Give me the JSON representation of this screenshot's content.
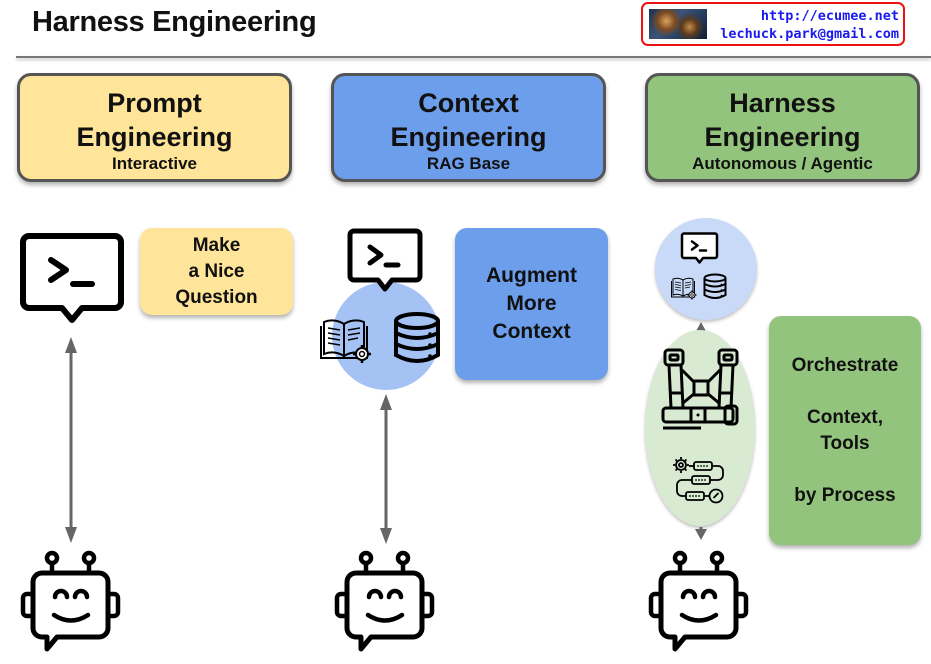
{
  "header": {
    "title": "Harness Engineering",
    "contact": {
      "url": "http://ecumee.net",
      "email": "lechuck.park@gmail.com",
      "border_color": "#ee1111",
      "text_color": "#1a1aee"
    }
  },
  "columns": [
    {
      "title_line1": "Prompt",
      "title_line2": "Engineering",
      "subtitle": "Interactive",
      "color": "#ffe599",
      "note_lines": [
        "Make",
        "a Nice",
        "Question"
      ],
      "icons": [
        "terminal-prompt-icon",
        "double-arrow",
        "robot-chat-icon"
      ]
    },
    {
      "title_line1": "Context",
      "title_line2": "Engineering",
      "subtitle": "RAG Base",
      "color": "#6d9eeb",
      "note_lines": [
        "Augment",
        "More",
        "Context"
      ],
      "icons": [
        "terminal-prompt-icon",
        "book-gear-icon",
        "database-icon",
        "double-arrow",
        "robot-chat-icon"
      ]
    },
    {
      "title_line1": "Harness",
      "title_line2": "Engineering",
      "subtitle": "Autonomous / Agentic",
      "color": "#93c47d",
      "note_lines": [
        "Orchestrate",
        "",
        "Context,",
        "Tools",
        "",
        "by Process"
      ],
      "icons": [
        "terminal-prompt-icon",
        "book-gear-icon",
        "database-icon",
        "harness-icon",
        "workflow-icon",
        "robot-chat-icon"
      ]
    }
  ],
  "colors": {
    "context_circle": "#a4c2f4",
    "harness_top_circle": "#c9daf8",
    "harness_ellipse": "#d9ead3",
    "arrow": "#666666"
  }
}
